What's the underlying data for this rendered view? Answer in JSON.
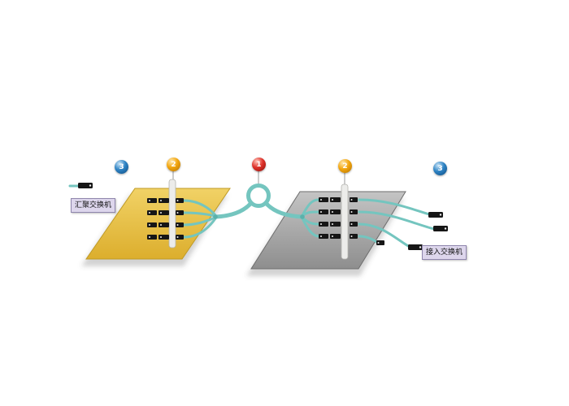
{
  "diagram": {
    "badges": [
      {
        "label": "3",
        "color": "#2e83c4",
        "position": "left"
      },
      {
        "label": "2",
        "color": "#f3a60e",
        "position": "left-panel"
      },
      {
        "label": "1",
        "color": "#df322a",
        "position": "center-loop"
      },
      {
        "label": "2",
        "color": "#f3a60e",
        "position": "right-panel"
      },
      {
        "label": "3",
        "color": "#2e83c4",
        "position": "right"
      }
    ],
    "labels": {
      "aggregation_switch": "汇聚交换机",
      "access_switch": "接入交换机"
    },
    "colors": {
      "cable": "#74c5bf",
      "cable_joint": "#5ab1ab",
      "left_panel": "#e8c23f",
      "right_panel": "#a6a6a6",
      "duct": "#ececea",
      "connector": "#161616",
      "label_box_bg": "#ddd6ec",
      "label_box_border": "#8f86ad"
    }
  }
}
